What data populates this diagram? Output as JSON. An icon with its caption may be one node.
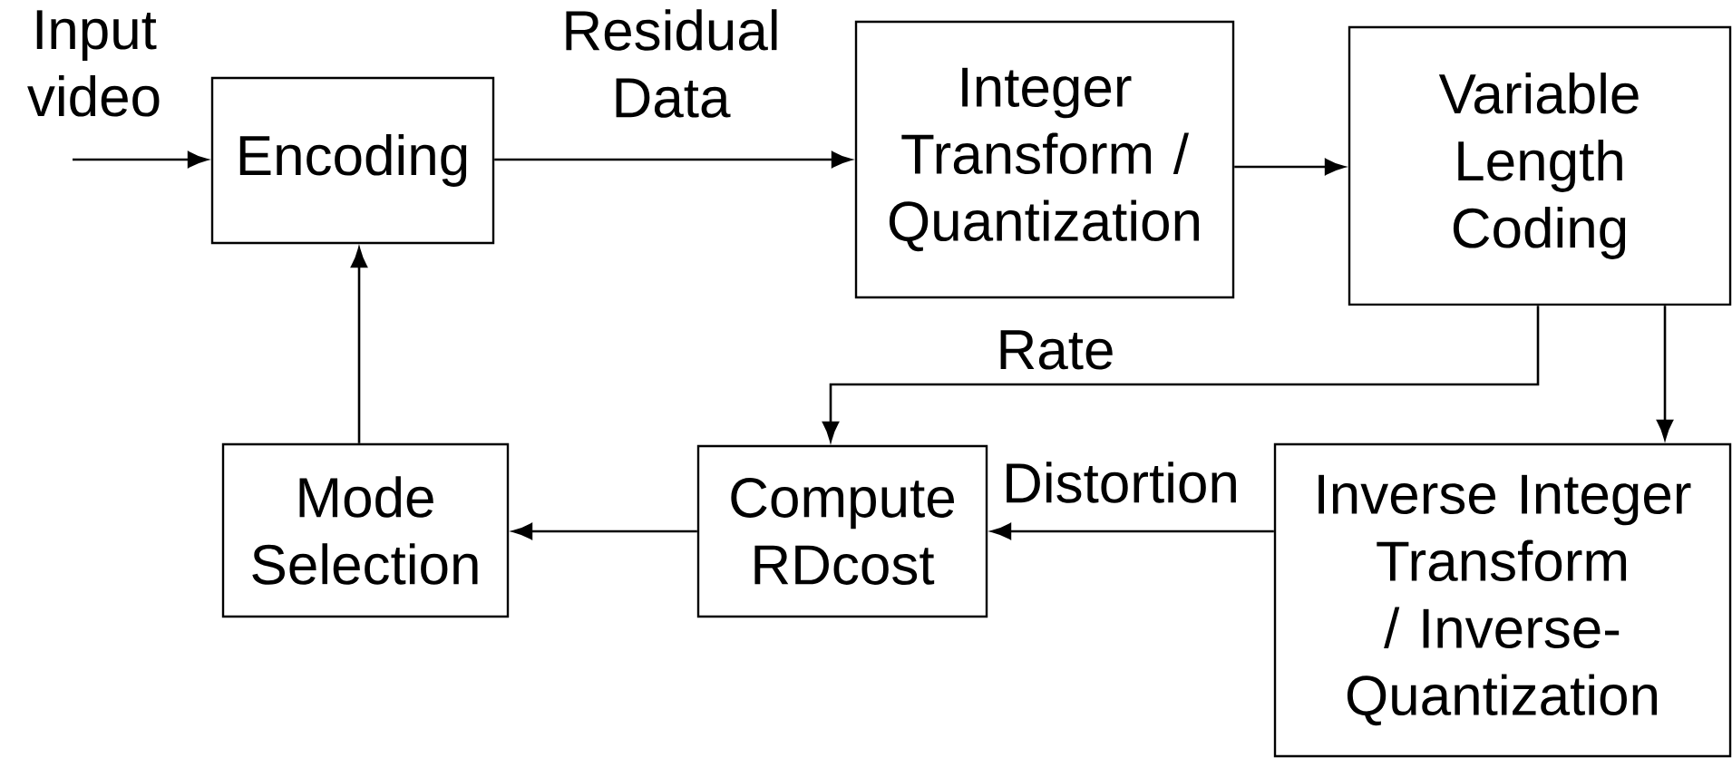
{
  "diagram": {
    "nodes": [
      {
        "text": [
          "Encoding"
        ]
      },
      {
        "text": [
          "Integer Transform / Quantization"
        ]
      },
      {
        "text": [
          "Variable Length Coding"
        ]
      },
      {
        "text": [
          "Inverse Integer Transform / Inverse-Quantization"
        ]
      },
      {
        "text": [
          "Compute RDcost"
        ]
      },
      {
        "text": [
          "Mode Selection"
        ]
      }
    ],
    "edges": [
      {
        "from": null,
        "to": 0,
        "arrow": "to",
        "label": "Input video"
      },
      {
        "from": 0,
        "to": 1,
        "arrow": "to",
        "label": "Residual Data"
      },
      {
        "from": 1,
        "to": 2,
        "arrow": "to"
      },
      {
        "from": 2,
        "to": 4,
        "arrow": "to",
        "label": "Rate"
      },
      {
        "from": 2,
        "to": 3,
        "arrow": "to"
      },
      {
        "from": 3,
        "to": 4,
        "arrow": "to",
        "label": "Distortion"
      },
      {
        "from": 4,
        "to": 5,
        "arrow": "to"
      },
      {
        "from": 5,
        "to": 0,
        "arrow": "to"
      }
    ]
  }
}
